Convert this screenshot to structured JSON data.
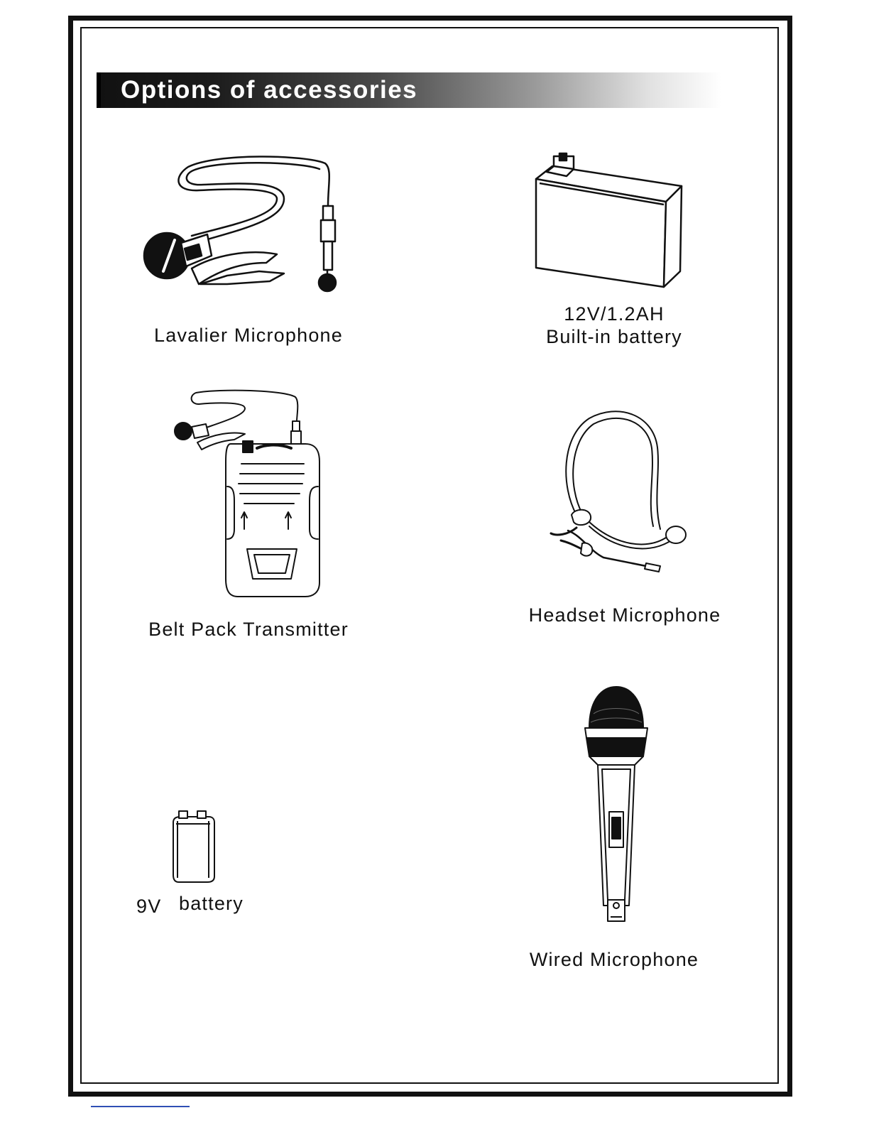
{
  "page": {
    "title": "Options of accessories"
  },
  "items": [
    {
      "id": "lavalier",
      "label": "Lavalier Microphone",
      "icon": "lavalier-microphone-icon"
    },
    {
      "id": "battery12",
      "label_line1": "12V/1.2AH",
      "label_line2": "Built-in battery",
      "icon": "sealed-battery-icon"
    },
    {
      "id": "beltpack",
      "label": "Belt Pack Transmitter",
      "icon": "belt-pack-transmitter-icon"
    },
    {
      "id": "headset",
      "label": "Headset Microphone",
      "icon": "headset-microphone-icon"
    },
    {
      "id": "battery9",
      "label_part1": "9V",
      "label_part2": "battery",
      "icon": "nine-volt-battery-icon"
    },
    {
      "id": "wired",
      "label": "Wired Microphone",
      "icon": "wired-microphone-icon"
    }
  ],
  "colors": {
    "ink": "#111111",
    "banner_start": "#111111",
    "banner_end": "#ffffff",
    "bottom_rule": "#2f4fb5"
  }
}
